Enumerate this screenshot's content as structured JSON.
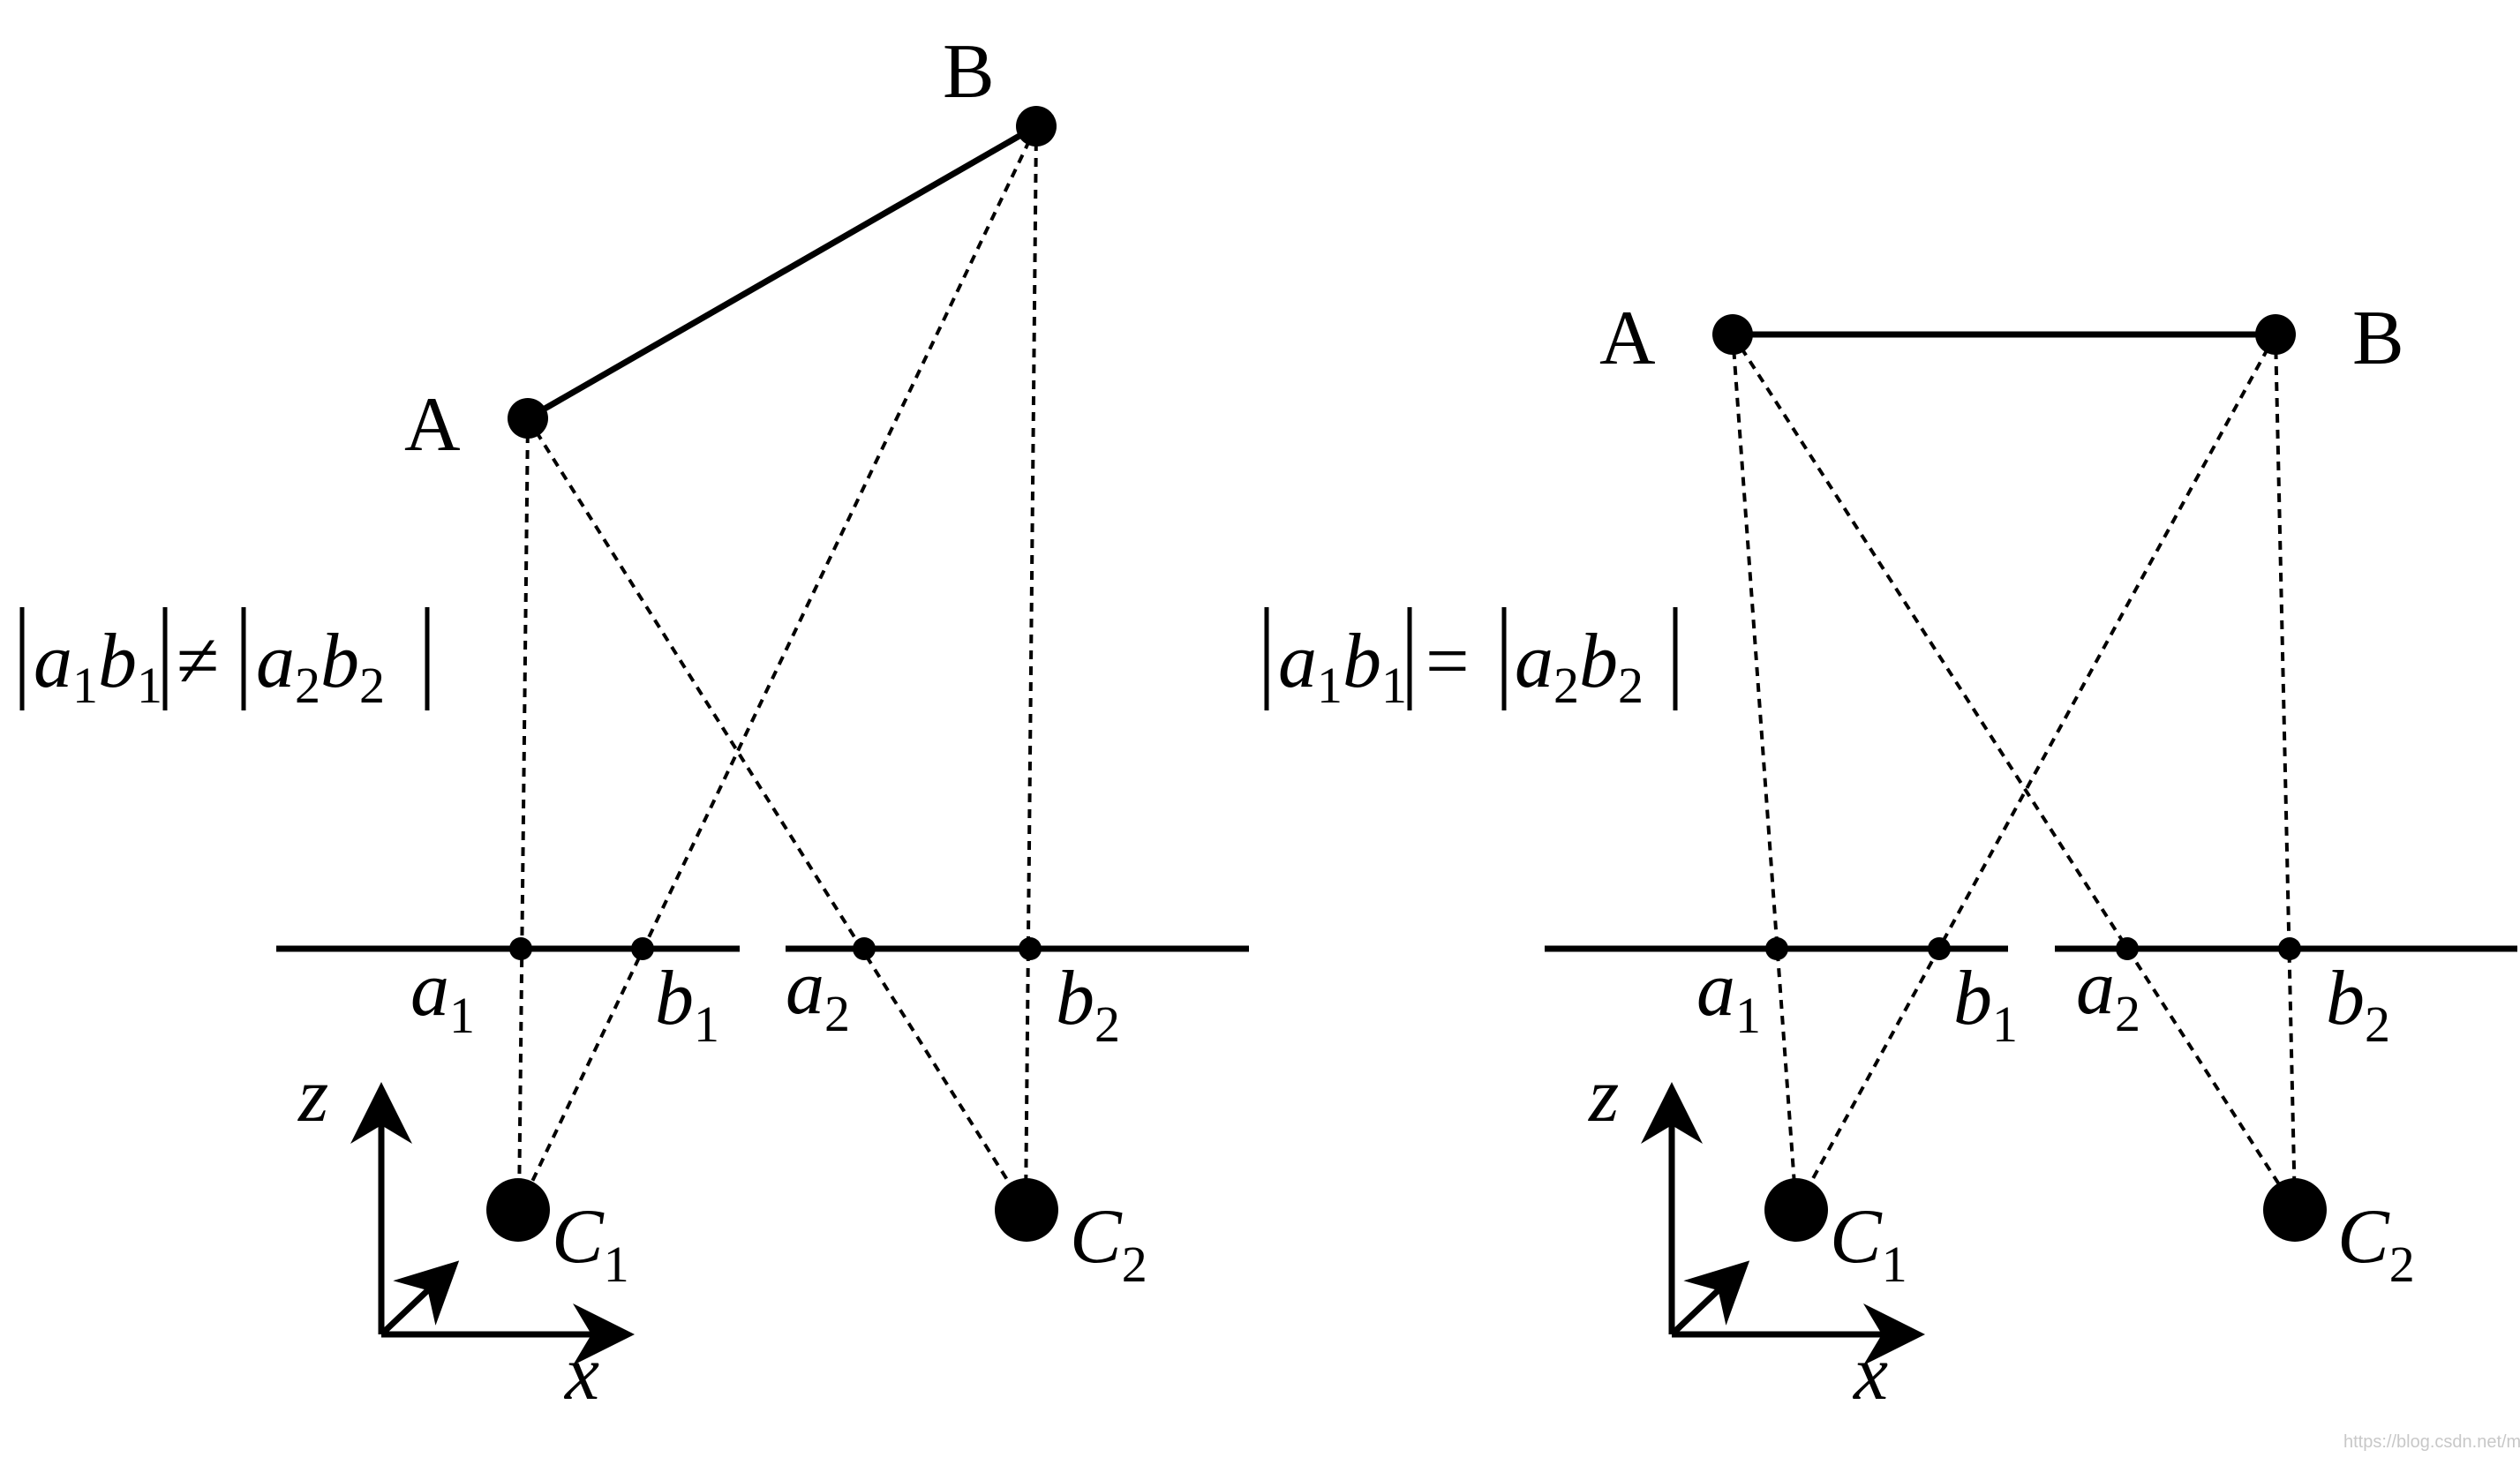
{
  "left": {
    "point_a": "A",
    "point_b": "B",
    "formula": {
      "lhs_a": "a",
      "lhs_a_sub": "1",
      "lhs_b": "b",
      "lhs_b_sub": "1",
      "relation": "≠",
      "rhs_a": "a",
      "rhs_a_sub": "2",
      "rhs_b": "b",
      "rhs_b_sub": "2"
    },
    "image_points": [
      {
        "base": "a",
        "sub": "1"
      },
      {
        "base": "b",
        "sub": "1"
      },
      {
        "base": "a",
        "sub": "2"
      },
      {
        "base": "b",
        "sub": "2"
      }
    ],
    "cameras": [
      {
        "base": "C",
        "sub": "1"
      },
      {
        "base": "C",
        "sub": "2"
      }
    ],
    "axes": {
      "z": "z",
      "x": "x"
    }
  },
  "right": {
    "point_a": "A",
    "point_b": "B",
    "formula": {
      "lhs_a": "a",
      "lhs_a_sub": "1",
      "lhs_b": "b",
      "lhs_b_sub": "1",
      "relation": "=",
      "rhs_a": "a",
      "rhs_a_sub": "2",
      "rhs_b": "b",
      "rhs_b_sub": "2"
    },
    "image_points": [
      {
        "base": "a",
        "sub": "1"
      },
      {
        "base": "b",
        "sub": "1"
      },
      {
        "base": "a",
        "sub": "2"
      },
      {
        "base": "b",
        "sub": "2"
      }
    ],
    "cameras": [
      {
        "base": "C",
        "sub": "1"
      },
      {
        "base": "C",
        "sub": "2"
      }
    ],
    "axes": {
      "z": "z",
      "x": "x"
    }
  },
  "watermark": "https://blog.csdn.net/m_lyu"
}
